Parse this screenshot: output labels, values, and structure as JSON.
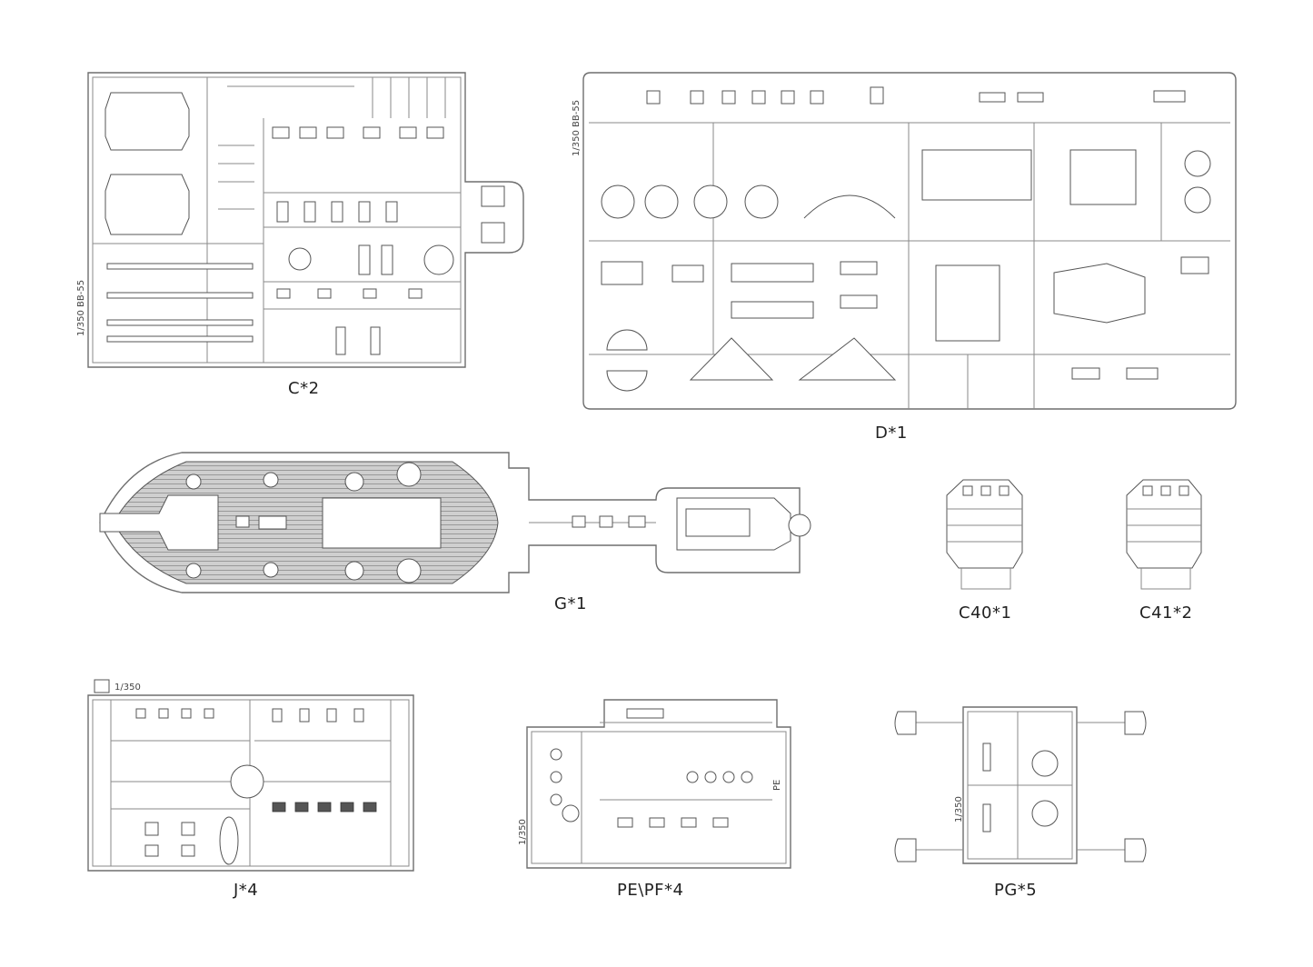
{
  "sprues": {
    "c": {
      "label": "C*2",
      "stamp": "1/350 BB-55",
      "letter": "C"
    },
    "d": {
      "label": "D*1",
      "stamp": "1/350 BB-55",
      "letter": "D"
    },
    "g": {
      "label": "G*1"
    },
    "c40": {
      "label": "C40*1"
    },
    "c41": {
      "label": "C41*2"
    },
    "j": {
      "label": "J*4",
      "stamp": "1/350",
      "letter": "J"
    },
    "pe": {
      "label": "PE\\PF*4",
      "stamp": "1/350",
      "badge": "PE"
    },
    "pg": {
      "label": "PG*5",
      "stamp": "1/350"
    }
  }
}
